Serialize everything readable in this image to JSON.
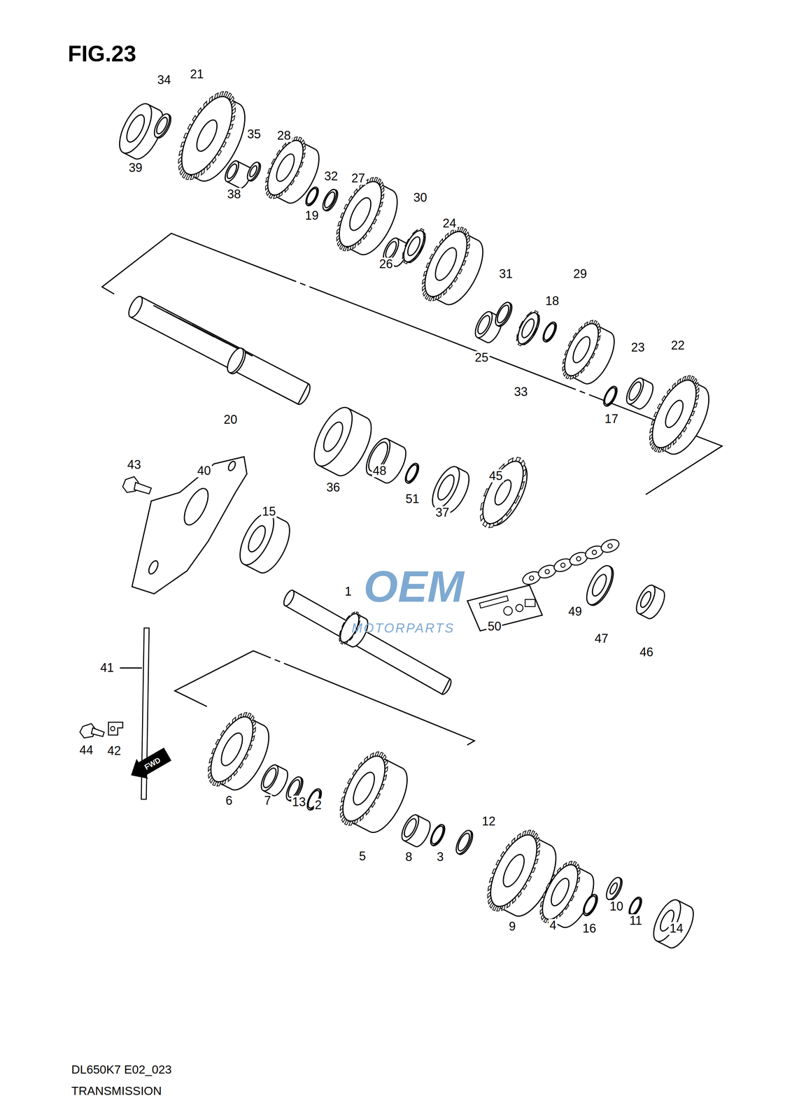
{
  "diagram": {
    "title": "FIG.23",
    "labels": [
      "34",
      "21",
      "39",
      "35",
      "28",
      "38",
      "32",
      "19",
      "27",
      "30",
      "24",
      "26",
      "31",
      "18",
      "29",
      "25",
      "33",
      "23",
      "22",
      "17",
      "20",
      "36",
      "48",
      "51",
      "37",
      "45",
      "43",
      "40",
      "15",
      "1",
      "49",
      "50",
      "47",
      "46",
      "41",
      "44",
      "42",
      "6",
      "7",
      "13",
      "2",
      "5",
      "8",
      "3",
      "12",
      "9",
      "4",
      "10",
      "11",
      "14",
      "16",
      "FWD",
      "OEM",
      "MOTORPARTS",
      "DL650K7 E02_023",
      "TRANSMISSION"
    ]
  }
}
